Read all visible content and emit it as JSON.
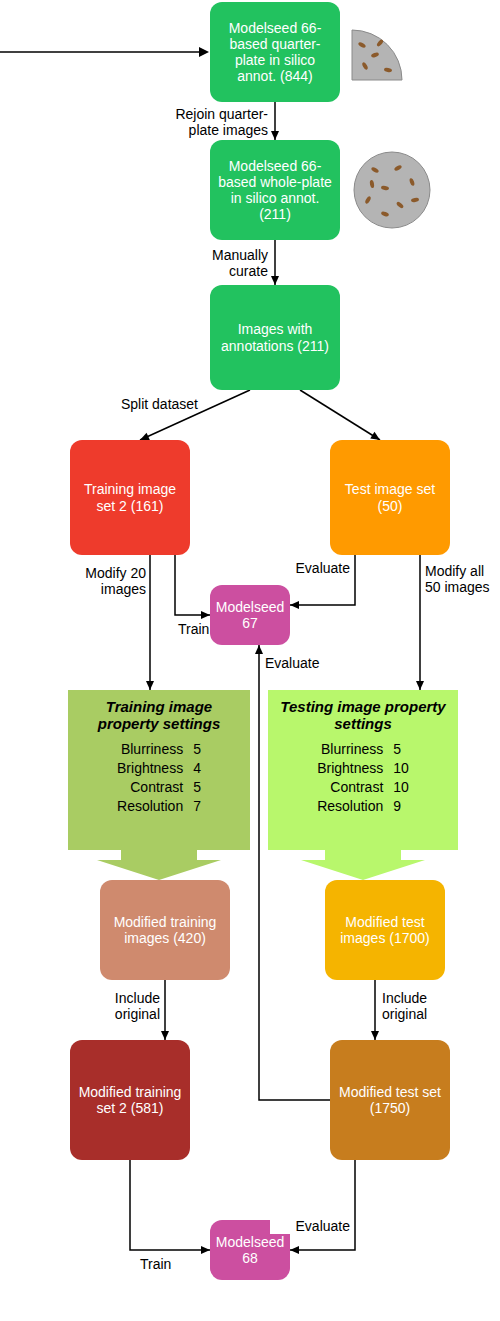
{
  "diagram": {
    "nodes": [
      {
        "text": [
          "Modelseed 66-based quarter-plate in silico annot. (844)"
        ]
      },
      {
        "text": [
          "Modelseed 66-based whole-plate in silico annot. (211)"
        ]
      },
      {
        "text": [
          "Images with annotations (211)"
        ]
      },
      {
        "text": [
          "Training image set 2 (161)"
        ]
      },
      {
        "text": [
          "Test image set (50)"
        ]
      },
      {
        "text": [
          "Modelseed 67"
        ]
      },
      {
        "text": [
          "Training image property settings",
          "Blurriness",
          "5",
          "Brightness",
          "4",
          "Contrast",
          "5",
          "Resolution",
          "7"
        ]
      },
      {
        "text": [
          "Testing image property settings",
          "Blurriness",
          "5",
          "Brightness",
          "10",
          "Contrast",
          "10",
          "Resolution",
          "9"
        ]
      },
      {
        "text": [
          "Modified training images (420)"
        ]
      },
      {
        "text": [
          "Modified test images (1700)"
        ]
      },
      {
        "text": [
          "Modified training set 2 (581)"
        ]
      },
      {
        "text": [
          "Modified test set (1750)"
        ]
      },
      {
        "text": [
          "Modelseed 68"
        ]
      }
    ],
    "edges": [
      {
        "from": 0,
        "to": 1,
        "label": "Rejoin quarter-plate images",
        "arrow": "to"
      },
      {
        "from": 1,
        "to": 2,
        "label": "Manually curate",
        "arrow": "to"
      },
      {
        "from": 2,
        "to": 3,
        "label": "Split dataset",
        "arrow": "to"
      },
      {
        "from": 2,
        "to": 4,
        "arrow": "to"
      },
      {
        "from": 3,
        "to": 5,
        "label": "Train",
        "arrow": "to"
      },
      {
        "from": 4,
        "to": 5,
        "label": "Evaluate",
        "arrow": "to"
      },
      {
        "from": 3,
        "to": 6,
        "label": "Modify 20 images",
        "arrow": "to"
      },
      {
        "from": 4,
        "to": 7,
        "label": "Modify all 50 images",
        "arrow": "to"
      },
      {
        "from": 6,
        "to": 8,
        "arrow": "to"
      },
      {
        "from": 7,
        "to": 9,
        "arrow": "to"
      },
      {
        "from": 8,
        "to": 10,
        "label": "Include original",
        "arrow": "to"
      },
      {
        "from": 9,
        "to": 11,
        "label": "Include original",
        "arrow": "to"
      },
      {
        "from": 11,
        "to": 5,
        "label": "Evaluate",
        "arrow": "to"
      },
      {
        "from": 10,
        "to": 12,
        "label": "Train",
        "arrow": "to"
      },
      {
        "from": 11,
        "to": 12,
        "label": "Evaluate",
        "arrow": "to"
      }
    ]
  }
}
